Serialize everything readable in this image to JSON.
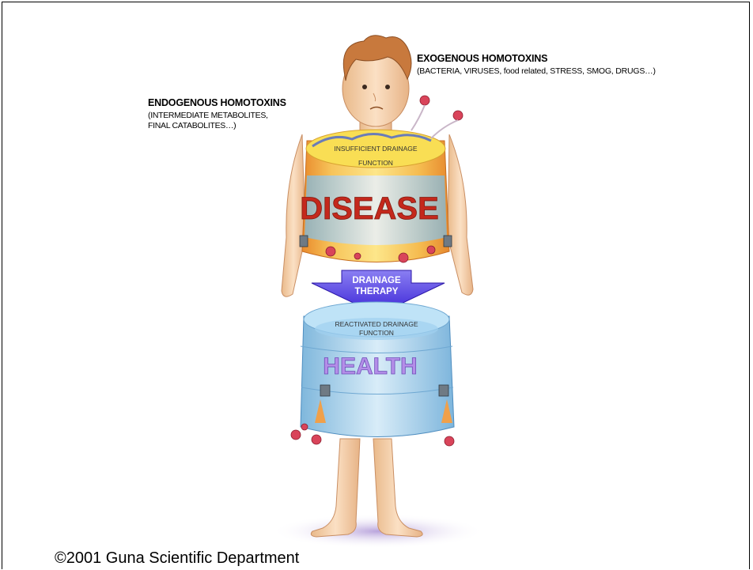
{
  "exogenous": {
    "heading": "EXOGENOUS HOMOTOXINS",
    "details": "(BACTERIA, VIRUSES, food related, STRESS, SMOG, DRUGS…)"
  },
  "endogenous": {
    "heading": "ENDOGENOUS HOMOTOXINS",
    "details_line1": "(INTERMEDIATE METABOLITES,",
    "details_line2": "FINAL CATABOLITES…)"
  },
  "disease_barrel": {
    "label_line1": "INSUFFICIENT DRAINAGE",
    "label_line2": "FUNCTION",
    "word": "DISEASE"
  },
  "arrow": {
    "label_line1": "DRAINAGE",
    "label_line2": "THERAPY"
  },
  "health_barrel": {
    "label_line1": "REACTIVATED DRAINAGE",
    "label_line2": "FUNCTION",
    "word": "HEALTH"
  },
  "footer": "©2001 Guna Scientific Department"
}
